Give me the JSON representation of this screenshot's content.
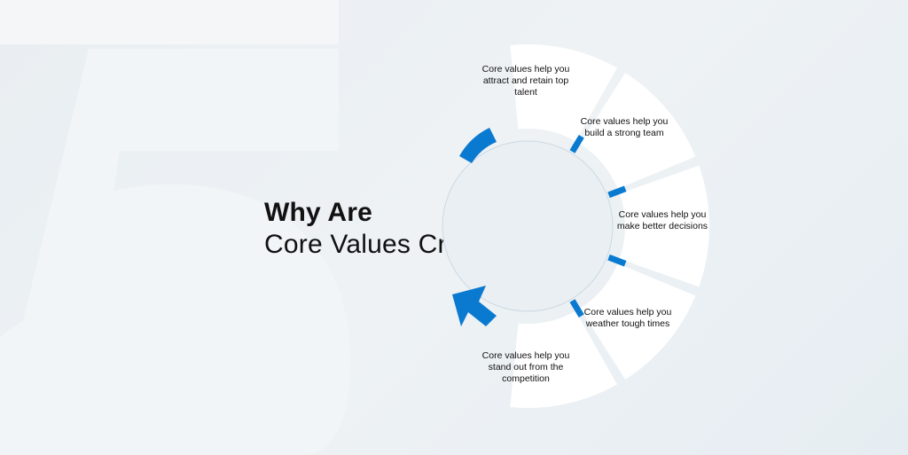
{
  "heading": {
    "bold": "Why Are",
    "regular": "Core Values Crucial"
  },
  "segments": [
    {
      "text": "Core values help you attract and retain top talent"
    },
    {
      "text": "Core values help you build a strong team"
    },
    {
      "text": "Core values help you make better decisions"
    },
    {
      "text": "Core values help you weather tough times"
    },
    {
      "text": "Core values help you stand out from the competition"
    }
  ],
  "colors": {
    "accent": "#0a7ad1",
    "segment_fill": "#ffffff",
    "inner_circle": "#eaeff3",
    "background_digit": "#f2f5f7"
  },
  "icons": [
    "arrow-head-icon",
    "rounded-cap-icon"
  ]
}
